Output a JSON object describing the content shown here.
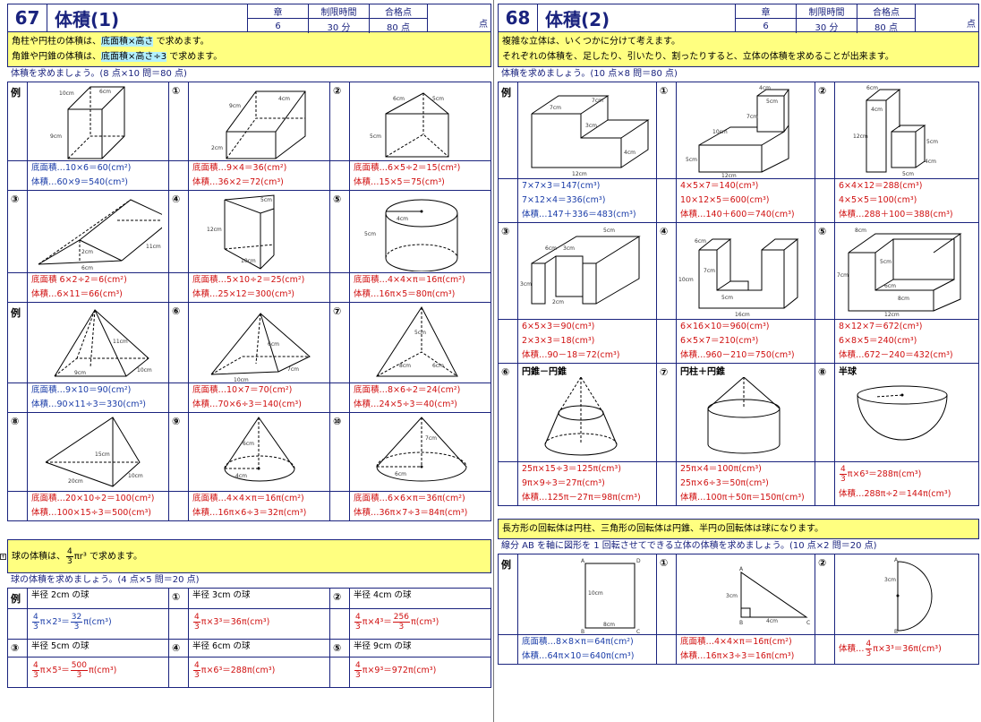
{
  "left": {
    "header": {
      "number": "67",
      "title": "体積(1)",
      "chapter_label": "章",
      "time_label": "制限時間",
      "pass_label": "合格点",
      "chapter": "6",
      "time": "30 分",
      "pass": "80 点",
      "score_unit": "点"
    },
    "note": {
      "line1_pre": "角柱や円柱の体積は、",
      "line1_hl": "底面積×高さ",
      "line1_post": " で求めます。",
      "line2_pre": "角錐や円錐の体積は、",
      "line2_hl": "底面積×高さ÷3",
      "line2_post": " で求めます。"
    },
    "instruction": "体積を求めましょう。(8 点×10 問＝80 点)",
    "problems": [
      {
        "label": "例",
        "labels": [
          "10cm",
          "6cm",
          "9cm"
        ],
        "answers": [
          "底面積…10×6＝60(cm²)",
          "体積…60×9＝540(cm³)"
        ],
        "color": "blue"
      },
      {
        "label": "①",
        "labels": [
          "9cm",
          "4cm",
          "2cm"
        ],
        "answers": [
          "底面積…9×4＝36(cm²)",
          "体積…36×2＝72(cm³)"
        ],
        "color": "red"
      },
      {
        "label": "②",
        "labels": [
          "6cm",
          "5cm",
          "5cm"
        ],
        "answers": [
          "底面積…6×5÷2＝15(cm²)",
          "体積…15×5＝75(cm³)"
        ],
        "color": "red"
      },
      {
        "label": "③",
        "labels": [
          "2cm",
          "6cm",
          "11cm"
        ],
        "answers": [
          "底面積 6×2÷2＝6(cm²)",
          "体積…6×11＝66(cm³)"
        ],
        "color": "red"
      },
      {
        "label": "④",
        "labels": [
          "5cm",
          "12cm",
          "10cm"
        ],
        "answers": [
          "底面積…5×10÷2＝25(cm²)",
          "体積…25×12＝300(cm³)"
        ],
        "color": "red"
      },
      {
        "label": "⑤",
        "labels": [
          "4cm",
          "5cm"
        ],
        "answers": [
          "底面積…4×4×π＝16π(cm²)",
          "体積…16π×5＝80π(cm³)"
        ],
        "color": "red"
      },
      {
        "label": "例",
        "labels": [
          "11cm",
          "9cm",
          "10cm"
        ],
        "answers": [
          "底面積…9×10＝90(cm²)",
          "体積…90×11÷3＝330(cm³)"
        ],
        "color": "blue"
      },
      {
        "label": "⑥",
        "labels": [
          "6cm",
          "10cm",
          "7cm"
        ],
        "answers": [
          "底面積…10×7＝70(cm²)",
          "体積…70×6÷3＝140(cm³)"
        ],
        "color": "red"
      },
      {
        "label": "⑦",
        "labels": [
          "5cm",
          "8cm",
          "6cm"
        ],
        "answers": [
          "底面積…8×6÷2＝24(cm²)",
          "体積…24×5÷3＝40(cm³)"
        ],
        "color": "red"
      },
      {
        "label": "⑧",
        "labels": [
          "15cm",
          "20cm",
          "10cm"
        ],
        "answers": [
          "底面積…20×10÷2＝100(cm²)",
          "体積…100×15÷3＝500(cm³)"
        ],
        "color": "red"
      },
      {
        "label": "⑨",
        "labels": [
          "6cm",
          "4cm"
        ],
        "answers": [
          "底面積…4×4×π＝16π(cm²)",
          "体積…16π×6÷3＝32π(cm³)"
        ],
        "color": "red"
      },
      {
        "label": "⑩",
        "labels": [
          "7cm",
          "6cm"
        ],
        "answers": [
          "底面積…6×6×π＝36π(cm²)",
          "体積…36π×7÷3＝84π(cm³)"
        ],
        "color": "red"
      }
    ],
    "sphere_note": {
      "pre": "球の体積は、",
      "num": "4",
      "den": "3",
      "post": "πr³  で求めます。"
    },
    "sphere_instruction": "球の体積を求めましょう。(4 点×5 問＝20 点)",
    "spheres": [
      {
        "label": "例",
        "title": "半径 2cm の球",
        "pre": "π×2³＝",
        "num": "32",
        "den": "3",
        "post": "π(cm³)",
        "color": "blue"
      },
      {
        "label": "①",
        "title": "半径 3cm の球",
        "pre": "π×3³＝36π(cm³)",
        "num": "",
        "den": "",
        "post": "",
        "color": "red"
      },
      {
        "label": "②",
        "title": "半径 4cm の球",
        "pre": "π×4³＝",
        "num": "256",
        "den": "3",
        "post": "π(cm³)",
        "color": "red"
      },
      {
        "label": "③",
        "title": "半径 5cm の球",
        "pre": "π×5³＝",
        "num": "500",
        "den": "3",
        "post": "π(cm³)",
        "color": "red"
      },
      {
        "label": "④",
        "title": "半径 6cm の球",
        "pre": "π×6³＝288π(cm³)",
        "num": "",
        "den": "",
        "post": "",
        "color": "red"
      },
      {
        "label": "⑤",
        "title": "半径 9cm の球",
        "pre": "π×9³＝972π(cm³)",
        "num": "",
        "den": "",
        "post": "",
        "color": "red"
      }
    ],
    "frac_num": "4",
    "frac_den": "3"
  },
  "right": {
    "header": {
      "number": "68",
      "title": "体積(2)",
      "chapter_label": "章",
      "time_label": "制限時間",
      "pass_label": "合格点",
      "chapter": "6",
      "time": "30 分",
      "pass": "80 点",
      "score_unit": "点"
    },
    "note": {
      "line1": "複雑な立体は、いくつかに分けて考えます。",
      "line2": "それぞれの体積を、足したり、引いたり、割ったりすると、立体の体積を求めることが出来ます。"
    },
    "instruction": "体積を求めましょう。(10 点×8 問＝80 点)",
    "problems": [
      {
        "label": "例",
        "tag": "",
        "answers": [
          "7×7×3＝147(cm³)",
          "7×12×4＝336(cm³)",
          "体積…147＋336＝483(cm³)"
        ],
        "color": "blue"
      },
      {
        "label": "①",
        "tag": "",
        "answers": [
          "4×5×7＝140(cm³)",
          "10×12×5＝600(cm³)",
          "体積…140＋600＝740(cm³)"
        ],
        "color": "red"
      },
      {
        "label": "②",
        "tag": "",
        "answers": [
          "6×4×12＝288(cm³)",
          "4×5×5＝100(cm³)",
          "体積…288＋100＝388(cm³)"
        ],
        "color": "red"
      },
      {
        "label": "③",
        "tag": "",
        "answers": [
          "6×5×3＝90(cm³)",
          "2×3×3＝18(cm³)",
          "体積…90－18＝72(cm³)"
        ],
        "color": "red"
      },
      {
        "label": "④",
        "tag": "",
        "answers": [
          "6×16×10＝960(cm³)",
          "6×5×7＝210(cm³)",
          "体積…960－210＝750(cm³)"
        ],
        "color": "red"
      },
      {
        "label": "⑤",
        "tag": "",
        "answers": [
          "8×12×7＝672(cm³)",
          "6×8×5＝240(cm³)",
          "体積…672－240＝432(cm³)"
        ],
        "color": "red"
      },
      {
        "label": "⑥",
        "tag": "円錐－円錐",
        "answers": [
          "25π×15÷3＝125π(cm³)",
          "9π×9÷3＝27π(cm³)",
          "体積…125π－27π＝98π(cm³)"
        ],
        "color": "red"
      },
      {
        "label": "⑦",
        "tag": "円柱＋円錐",
        "answers": [
          "25π×4＝100π(cm³)",
          "25π×6÷3＝50π(cm³)",
          "体積…100π＋50π＝150π(cm³)"
        ],
        "color": "red"
      },
      {
        "label": "⑧",
        "tag": "半球",
        "answers": [
          "π×6³＝288π(cm³)",
          "",
          "体積…288π÷2＝144π(cm³)"
        ],
        "color": "red"
      }
    ],
    "rotation_note": "長方形の回転体は円柱、三角形の回転体は円錐、半円の回転体は球になります。",
    "rotation_instruction": "線分 AB を軸に図形を 1 回転させてできる立体の体積を求めましょう。(10 点×2 問＝20 点)",
    "rotations": [
      {
        "label": "例",
        "answers": [
          "底面積…8×8×π＝64π(cm²)",
          "体積…64π×10＝640π(cm³)"
        ],
        "color": "blue"
      },
      {
        "label": "①",
        "answers": [
          "底面積…4×4×π＝16π(cm²)",
          "体積…16π×3÷3＝16π(cm³)"
        ],
        "color": "red"
      },
      {
        "label": "②",
        "answers": [
          "体積…",
          "π×3³＝36π(cm³)"
        ],
        "color": "red"
      }
    ],
    "frac_num": "4",
    "frac_den": "3"
  }
}
